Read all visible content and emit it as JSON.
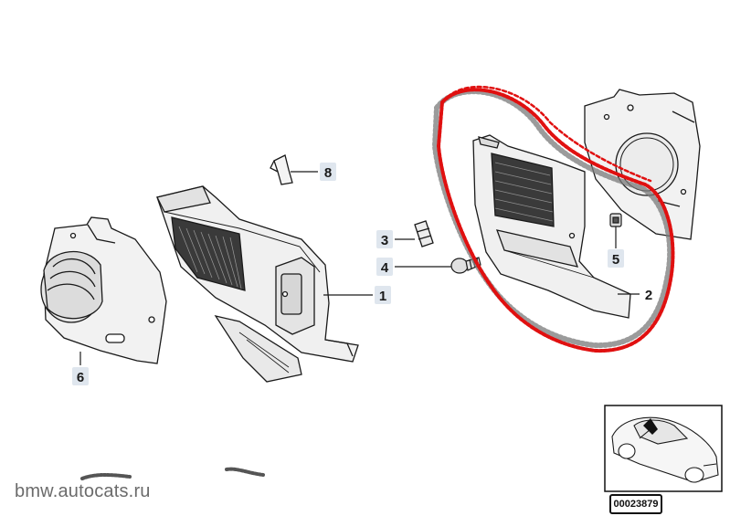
{
  "callouts": [
    {
      "id": "1",
      "label": "1"
    },
    {
      "id": "2",
      "label": "2"
    },
    {
      "id": "3",
      "label": "3"
    },
    {
      "id": "4",
      "label": "4"
    },
    {
      "id": "5",
      "label": "5"
    },
    {
      "id": "6",
      "label": "6"
    },
    {
      "id": "8",
      "label": "8"
    }
  ],
  "watermark": "bmw.autocats.ru",
  "reference_code": "00023879",
  "colors": {
    "line": "#1a1a1a",
    "panel_fill": "#efefef",
    "grille_fill": "#3a3a3a",
    "highlight": "#e01010",
    "callout_bg": "#dfe6ee"
  }
}
